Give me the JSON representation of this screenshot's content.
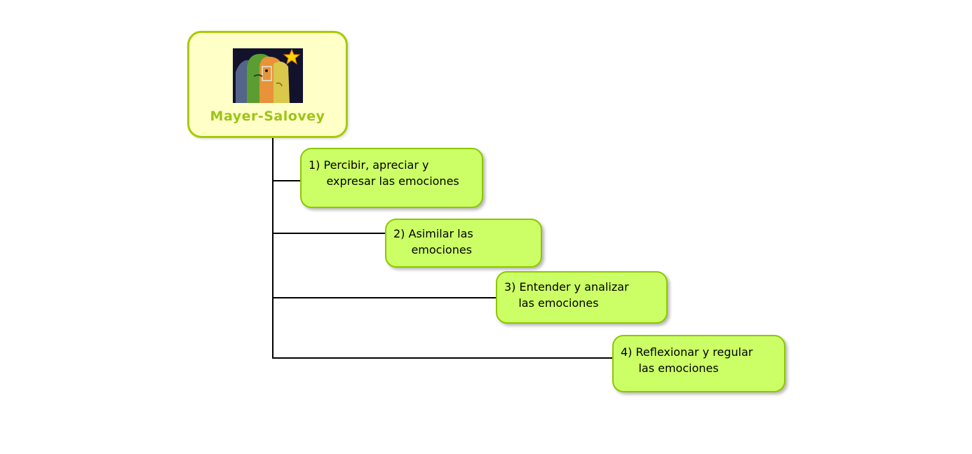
{
  "diagram": {
    "root": {
      "label": "Mayer-Salovey",
      "image_name": "abstract-faces-art"
    },
    "nodes": [
      {
        "label": "1) Percibir, apreciar y\n     expresar las emociones"
      },
      {
        "label": "2) Asimilar las\n     emociones"
      },
      {
        "label": "3) Entender y analizar\n    las emociones"
      },
      {
        "label": "4) Reflexionar y regular\n     las emociones"
      }
    ],
    "colors": {
      "root_fill": "#FFFFC8",
      "root_border": "#A6CB00",
      "root_label": "#9DC417",
      "node_fill": "#CCFF66",
      "node_border": "#8CC800",
      "node_text": "#000000",
      "connector": "#000000",
      "background": "#FFFFFF"
    }
  }
}
